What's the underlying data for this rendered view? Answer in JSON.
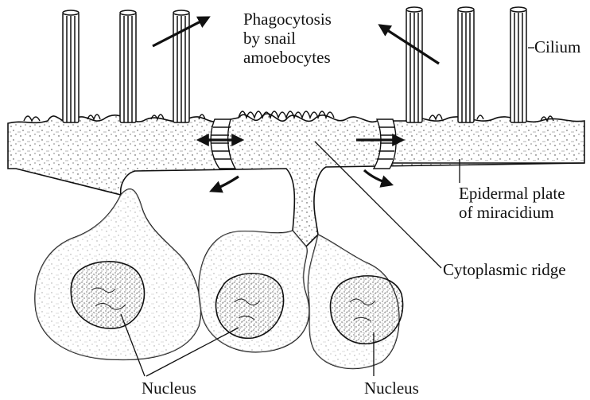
{
  "labels": {
    "phagocytosis_line1": "Phagocytosis",
    "phagocytosis_line2": "by snail",
    "phagocytosis_line3": "amoebocytes",
    "cilium": "Cilium",
    "epidermal_line1": "Epidermal plate",
    "epidermal_line2": "of miracidium",
    "ridge": "Cytoplasmic ridge",
    "nucleus_left": "Nucleus",
    "nucleus_right": "Nucleus"
  },
  "colors": {
    "ink": "#111111",
    "background": "#ffffff",
    "stipple": "#333333"
  }
}
